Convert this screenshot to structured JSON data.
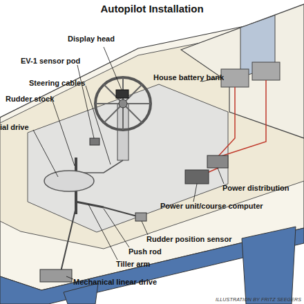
{
  "diagram": {
    "title": "Autopilot Installation",
    "labels": [
      "Display head",
      "EV-1 sensor pod",
      "Steering cables",
      "Rudder stock",
      "ial drive",
      "House battery bank",
      "Power distribution",
      "Power unit/course computer",
      "Rudder position sensor",
      "Push rod",
      "Tiller arm",
      "Mechanical linear drive",
      "ILLUSTRATION BY FRITZ SEEGERS"
    ]
  }
}
